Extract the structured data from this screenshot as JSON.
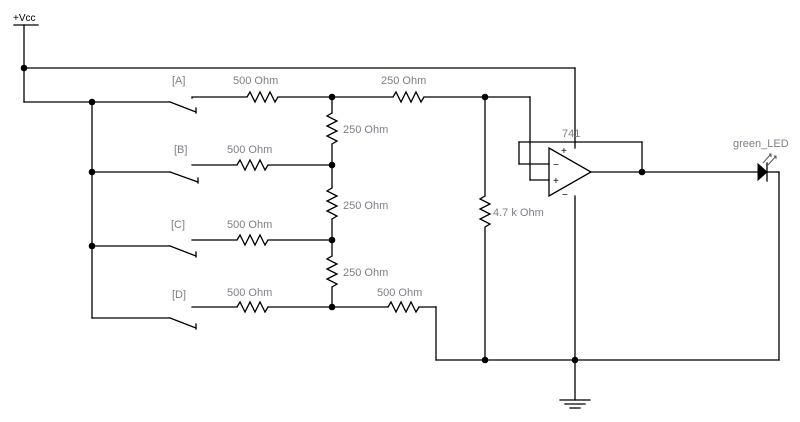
{
  "supply": {
    "label": "+Vcc"
  },
  "switches": [
    {
      "label": "[A]"
    },
    {
      "label": "[B]"
    },
    {
      "label": "[C]"
    },
    {
      "label": "[D]"
    }
  ],
  "resistors": {
    "input_a": "500  Ohm",
    "input_b": "500  Ohm",
    "input_c": "500  Ohm",
    "input_d": "500  Ohm",
    "series_top": "250  Ohm",
    "ladder_1": "250  Ohm",
    "ladder_2": "250  Ohm",
    "ladder_3": "250  Ohm",
    "bottom": "500  Ohm",
    "load": "4.7 k Ohm"
  },
  "opamp": {
    "label": "741",
    "plus": "+",
    "minus": "−"
  },
  "led": {
    "label": "green_LED"
  }
}
